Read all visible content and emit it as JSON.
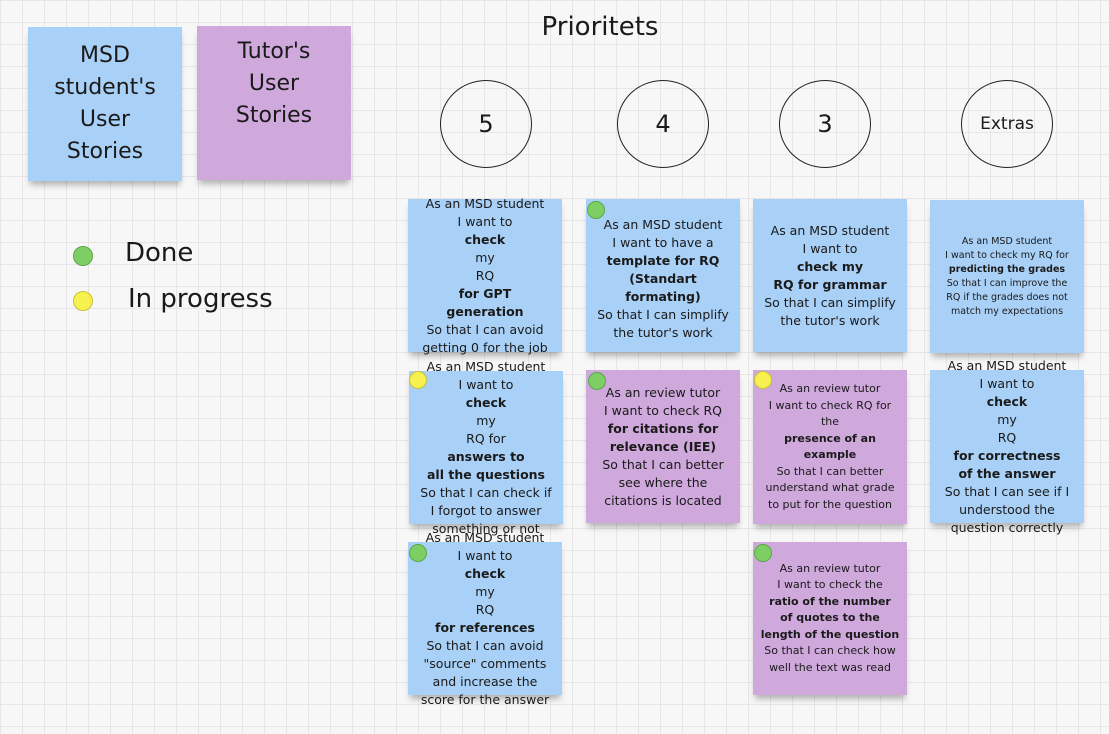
{
  "board_title": "Prioritets",
  "headers": {
    "student": [
      "MSD",
      "student's",
      "User",
      "Stories"
    ],
    "tutor": [
      "Tutor's",
      "User",
      "Stories"
    ]
  },
  "legend": {
    "done": "Done",
    "in_progress": "In progress"
  },
  "colors": {
    "student_note": "#a9d0f6",
    "tutor_note": "#cfa8dc",
    "done": "#7dcf63",
    "in_progress": "#f7f04e"
  },
  "priorities": [
    "5",
    "4",
    "3",
    "Extras"
  ],
  "stories": [
    {
      "lines": [
        [
          {
            "t": "As an MSD student"
          }
        ],
        [
          {
            "t": "I want to "
          },
          {
            "t": "check",
            "b": true
          },
          {
            "t": " my"
          }
        ],
        [
          {
            "t": "RQ "
          },
          {
            "t": "for GPT",
            "b": true
          }
        ],
        [
          {
            "t": "generation",
            "b": true
          }
        ],
        [
          {
            "t": "So that I can avoid"
          }
        ],
        [
          {
            "t": "getting 0 for the job"
          }
        ]
      ]
    },
    {
      "lines": [
        [
          {
            "t": "As an MSD student"
          }
        ],
        [
          {
            "t": "I want to  have a"
          }
        ],
        [
          {
            "t": "template for RQ",
            "b": true
          }
        ],
        [
          {
            "t": "(Standart",
            "b": true
          }
        ],
        [
          {
            "t": "formating)",
            "b": true
          }
        ],
        [
          {
            "t": "So that I can simplify"
          }
        ],
        [
          {
            "t": "the tutor's work"
          }
        ]
      ]
    },
    {
      "lines": [
        [
          {
            "t": "As an MSD student"
          }
        ],
        [
          {
            "t": "I want to "
          },
          {
            "t": "check my",
            "b": true
          }
        ],
        [
          {
            "t": "RQ for grammar",
            "b": true
          }
        ],
        [
          {
            "t": "So that I can simplify"
          }
        ],
        [
          {
            "t": "the tutor's work"
          }
        ]
      ]
    },
    {
      "lines": [
        [
          {
            "t": "As an MSD student"
          }
        ],
        [
          {
            "t": "I want to check my RQ for"
          }
        ],
        [
          {
            "t": "predicting the grades",
            "b": true
          }
        ],
        [
          {
            "t": "So that I can improve the"
          }
        ],
        [
          {
            "t": "RQ if the grades does not"
          }
        ],
        [
          {
            "t": "match my expectations"
          }
        ]
      ]
    },
    {
      "lines": [
        [
          {
            "t": "As an MSD student"
          }
        ],
        [
          {
            "t": "I want to "
          },
          {
            "t": "check",
            "b": true
          },
          {
            "t": " my"
          }
        ],
        [
          {
            "t": "RQ for "
          },
          {
            "t": "answers to",
            "b": true
          }
        ],
        [
          {
            "t": "all the questions",
            "b": true
          }
        ],
        [
          {
            "t": "So that I can check if"
          }
        ],
        [
          {
            "t": "I forgot to answer"
          }
        ],
        [
          {
            "t": "something or not"
          }
        ]
      ]
    },
    {
      "lines": [
        [
          {
            "t": "As an review tutor"
          }
        ],
        [
          {
            "t": "I want to check RQ"
          }
        ],
        [
          {
            "t": "for citations for",
            "b": true
          }
        ],
        [
          {
            "t": "relevance (IEE)",
            "b": true
          }
        ],
        [
          {
            "t": "So that I can better"
          }
        ],
        [
          {
            "t": "see where the"
          }
        ],
        [
          {
            "t": "citations is located"
          }
        ]
      ]
    },
    {
      "lines": [
        [
          {
            "t": "As an review tutor"
          }
        ],
        [
          {
            "t": "I want to check RQ for"
          }
        ],
        [
          {
            "t": "the "
          },
          {
            "t": "presence of an",
            "b": true
          }
        ],
        [
          {
            "t": "example",
            "b": true
          }
        ],
        [
          {
            "t": "So that I can better"
          }
        ],
        [
          {
            "t": "understand what grade"
          }
        ],
        [
          {
            "t": "to put for the question"
          }
        ]
      ]
    },
    {
      "lines": [
        [
          {
            "t": "As an MSD student"
          }
        ],
        [
          {
            "t": "I want to "
          },
          {
            "t": "check",
            "b": true
          },
          {
            "t": " my"
          }
        ],
        [
          {
            "t": "RQ "
          },
          {
            "t": "for correctness",
            "b": true
          }
        ],
        [
          {
            "t": "of the answer",
            "b": true
          }
        ],
        [
          {
            "t": "So that I can see if I"
          }
        ],
        [
          {
            "t": "understood the"
          }
        ],
        [
          {
            "t": "question correctly"
          }
        ]
      ]
    },
    {
      "lines": [
        [
          {
            "t": "As an MSD student"
          }
        ],
        [
          {
            "t": "I want to "
          },
          {
            "t": "check",
            "b": true
          },
          {
            "t": " my"
          }
        ],
        [
          {
            "t": "RQ "
          },
          {
            "t": "for references",
            "b": true
          }
        ],
        [
          {
            "t": "So that I can avoid"
          }
        ],
        [
          {
            "t": "\"source\" comments"
          }
        ],
        [
          {
            "t": "and increase the"
          }
        ],
        [
          {
            "t": "score for the answer"
          }
        ]
      ]
    },
    {
      "lines": [
        [
          {
            "t": "As an review tutor"
          }
        ],
        [
          {
            "t": "I want to check the"
          }
        ],
        [
          {
            "t": "ratio of the number",
            "b": true
          }
        ],
        [
          {
            "t": "of quotes to the",
            "b": true
          }
        ],
        [
          {
            "t": "length of the question",
            "b": true
          }
        ],
        [
          {
            "t": "So that I can check how"
          }
        ],
        [
          {
            "t": "well the text was read"
          }
        ]
      ]
    }
  ]
}
